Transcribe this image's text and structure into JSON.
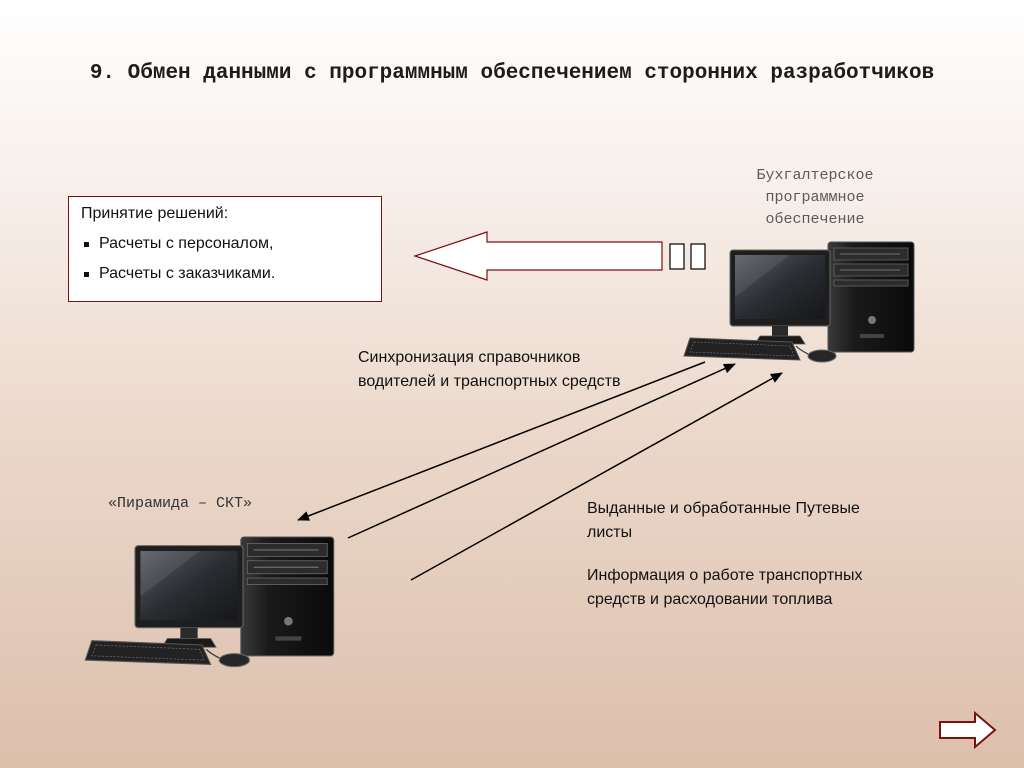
{
  "title": "9. Обмен данными с программным обеспечением сторонних разработчиков",
  "decision_box": {
    "heading": "Принятие решений:",
    "items": [
      "Расчеты с персоналом,",
      "Расчеты с заказчиками."
    ]
  },
  "accounting_label": "Бухгалтерское программное обеспечение",
  "pyramid_label": "«Пирамида – СКТ»",
  "sync_text": "Синхронизация справочников водителей и транспортных средств",
  "issued_text": "Выданные и обработанные Путевые листы",
  "info_text": "Информация о работе транспортных средств и расходовании топлива",
  "icons": [
    "computer-icon",
    "next-arrow-icon"
  ]
}
